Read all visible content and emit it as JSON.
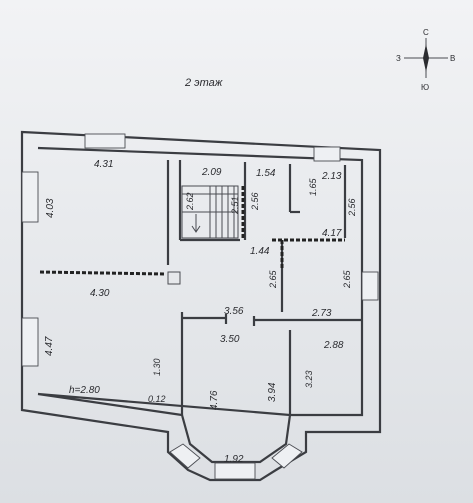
{
  "title": "2 этаж",
  "compass": {
    "north": "С",
    "west": "З",
    "east": "В",
    "south": "Ю"
  },
  "dimensions": {
    "d431": "4.31",
    "d403": "4.03",
    "d430": "4.30",
    "d447": "4.47",
    "h280": "h=2.80",
    "d130": "1.30",
    "d012": "0.12",
    "d209": "2.09",
    "d262": "2.62",
    "d251": "2.51",
    "d256a": "2.56",
    "d154": "1.54",
    "d165": "1.65",
    "d213": "2.13",
    "d256b": "2.56",
    "d417": "4.17",
    "d144": "1.44",
    "d265a": "2.65",
    "d265b": "2.65",
    "d273": "2.73",
    "d356": "3.56",
    "d350": "3.50",
    "d476": "4.76",
    "d394": "3.94",
    "d288": "2.88",
    "d323": "3.23",
    "d192": "1.92"
  }
}
